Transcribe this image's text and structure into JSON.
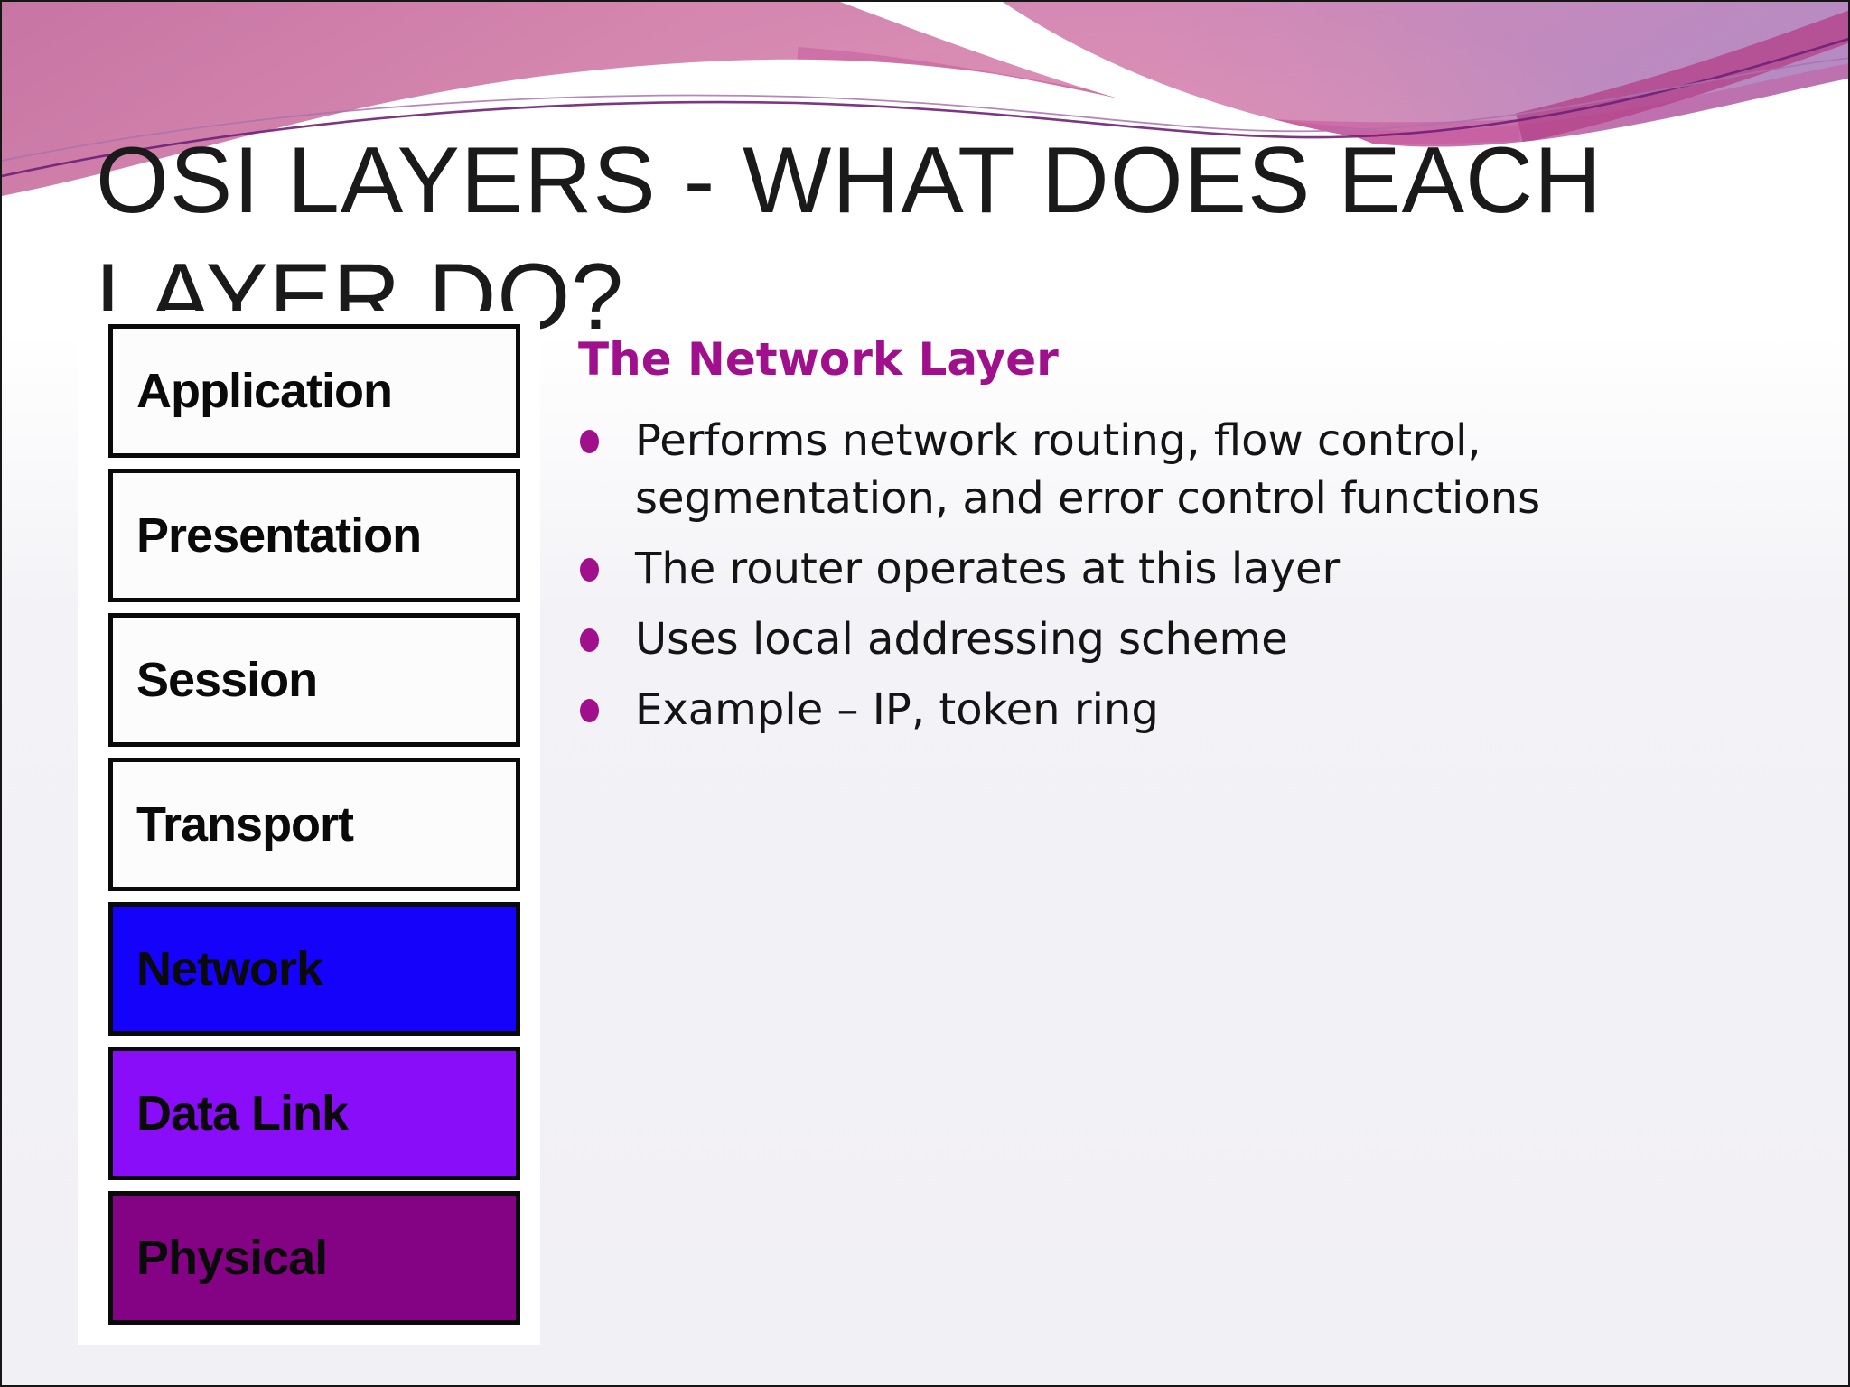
{
  "slide": {
    "title_lines": [
      "OSI LAYERS - WHAT DOES EACH",
      "LAYER DO?"
    ]
  },
  "osi_stack": {
    "layers": [
      {
        "label": "Application",
        "bg": "#fcfcfc",
        "text": "#0a0a0a"
      },
      {
        "label": "Presentation",
        "bg": "#fcfcfc",
        "text": "#0a0a0a"
      },
      {
        "label": "Session",
        "bg": "#fcfcfc",
        "text": "#0a0a0a"
      },
      {
        "label": "Transport",
        "bg": "#fcfcfc",
        "text": "#0a0a0a"
      },
      {
        "label": "Network",
        "bg": "#1402fa",
        "text": "#0a0a0a"
      },
      {
        "label": "Data Link",
        "bg": "#8a0dfa",
        "text": "#0a0a0a"
      },
      {
        "label": "Physical",
        "bg": "#840284",
        "text": "#0a0a0a"
      }
    ]
  },
  "content": {
    "heading": "The Network Layer",
    "heading_color": "#a1108c",
    "bullet_color": "#a1108c",
    "bullets": [
      {
        "lines": [
          "Performs network routing, flow control,",
          "segmentation, and error control functions"
        ]
      },
      {
        "lines": [
          "The router operates at this layer"
        ]
      },
      {
        "lines": [
          "Uses local addressing scheme"
        ]
      },
      {
        "lines": [
          "Example – IP, token ring"
        ]
      }
    ]
  },
  "theme": {
    "pink_gradient": [
      "#c775a3",
      "#d587af",
      "#d089b6",
      "#b68bc3"
    ],
    "wave_band_dark": "#c4589a",
    "wave_band_darker": "#b4448a",
    "accent_line_dark": "#6e2077",
    "accent_line_light": "#a873ac",
    "slide_background": "#f1f0f4",
    "panel_background": "#ffffff"
  }
}
